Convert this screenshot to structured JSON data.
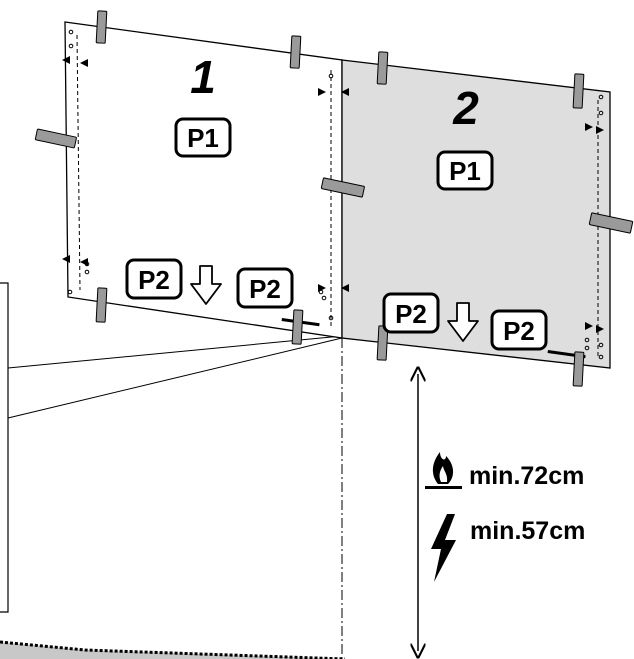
{
  "panels": [
    {
      "number": "1",
      "top_label": "P1",
      "bottom_left_label": "P2",
      "bottom_right_label": "P2"
    },
    {
      "number": "2",
      "top_label": "P1",
      "bottom_left_label": "P2",
      "bottom_right_label": "P2"
    }
  ],
  "clearance": {
    "gas": {
      "icon": "flame-icon",
      "label": "min.72cm"
    },
    "electric": {
      "icon": "lightning-icon",
      "label": "min.57cm"
    }
  },
  "colors": {
    "panel_1": "#ffffff",
    "panel_2": "#dedede",
    "tape": "#9a9a9a",
    "hob": "#c8c8c8"
  }
}
